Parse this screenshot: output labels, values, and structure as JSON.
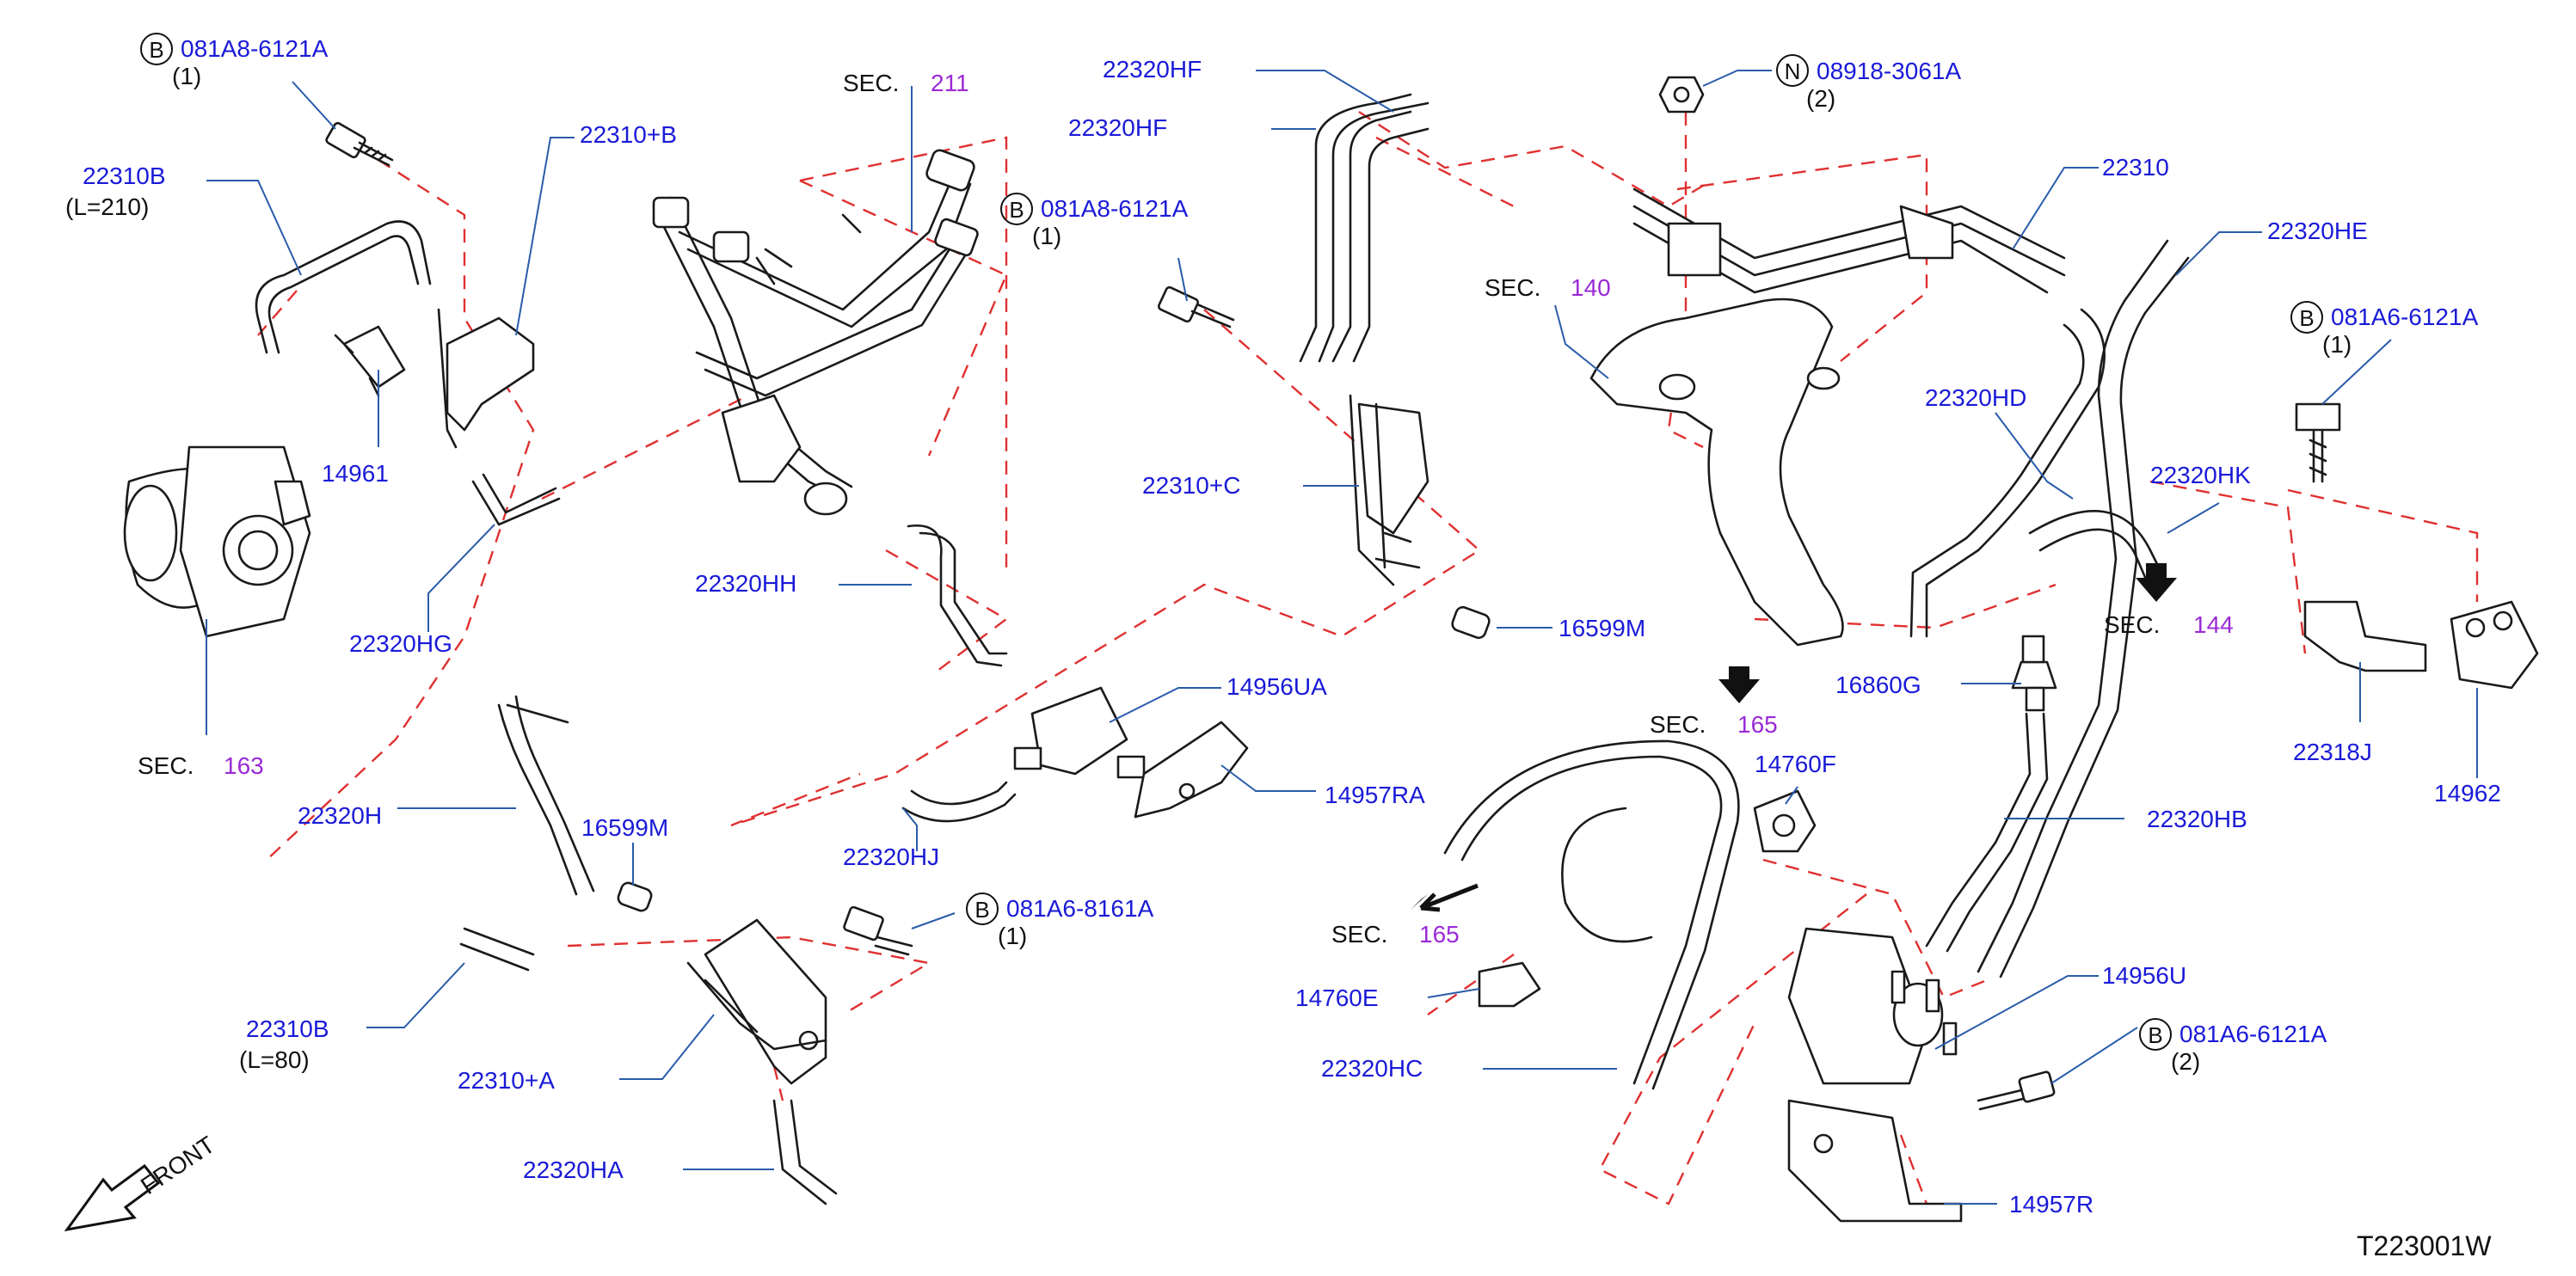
{
  "colors": {
    "label": "#1a1ad8",
    "leader": "#2a5caa",
    "dashed": "#e03030",
    "section_number": "#9a2ad6",
    "parts": "#1a1a1a"
  },
  "labels": {
    "l_081a8_6121a_a": "081A8-6121A",
    "q1_a": "(1)",
    "l_22310b_top": "22310B",
    "l_l210": "(L=210)",
    "l_22310_b": "22310+B",
    "l_sec_w1": "SEC.",
    "l_211": "211",
    "l_22320hf_1": "22320HF",
    "l_22320hf_2": "22320HF",
    "l_081a8_6121a_b": "081A8-6121A",
    "q1_b": "(1)",
    "l_08918": "08918-3061A",
    "q2_a": "(2)",
    "l_22310": "22310",
    "l_22320he": "22320HE",
    "l_sec_w2": "SEC.",
    "l_140": "140",
    "l_081a6_6121a_a": "081A6-6121A",
    "q1_c": "(1)",
    "l_14961": "14961",
    "l_22320hd": "22320HD",
    "l_22310_c": "22310+C",
    "l_22320hk": "22320HK",
    "l_sec_w3": "SEC.",
    "l_144": "144",
    "l_22320hg": "22320HG",
    "l_22320hh": "22320HH",
    "l_16599m_a": "16599M",
    "l_16860g": "16860G",
    "l_14956ua": "14956UA",
    "l_sec_w4": "SEC.",
    "l_165_a": "165",
    "l_sec_w5": "SEC.",
    "l_163": "163",
    "l_22318j": "22318J",
    "l_14962": "14962",
    "l_14760f": "14760F",
    "l_22320h": "22320H",
    "l_14957ra": "14957RA",
    "l_16599m_b": "16599M",
    "l_22320hb": "22320HB",
    "l_22320hj": "22320HJ",
    "l_081a6_8161a": "081A6-8161A",
    "q1_d": "(1)",
    "l_sec_w6": "SEC.",
    "l_165_b": "165",
    "l_22310b_bot": "22310B",
    "l_l80": "(L=80)",
    "l_14956u": "14956U",
    "l_14760e": "14760E",
    "l_081a6_6121a_b": "081A6-6121A",
    "q2_b": "(2)",
    "l_22310_a": "22310+A",
    "l_22320hc": "22320HC",
    "l_22320ha": "22320HA",
    "l_14957r": "14957R",
    "l_front": "FRONT",
    "l_code": "T223001W",
    "m_b1": "B",
    "m_b2": "B",
    "m_n": "N",
    "m_b3": "B",
    "m_b4": "B",
    "m_b5": "B"
  },
  "icons": [
    "front-arrow-icon",
    "section-arrow-icon"
  ]
}
